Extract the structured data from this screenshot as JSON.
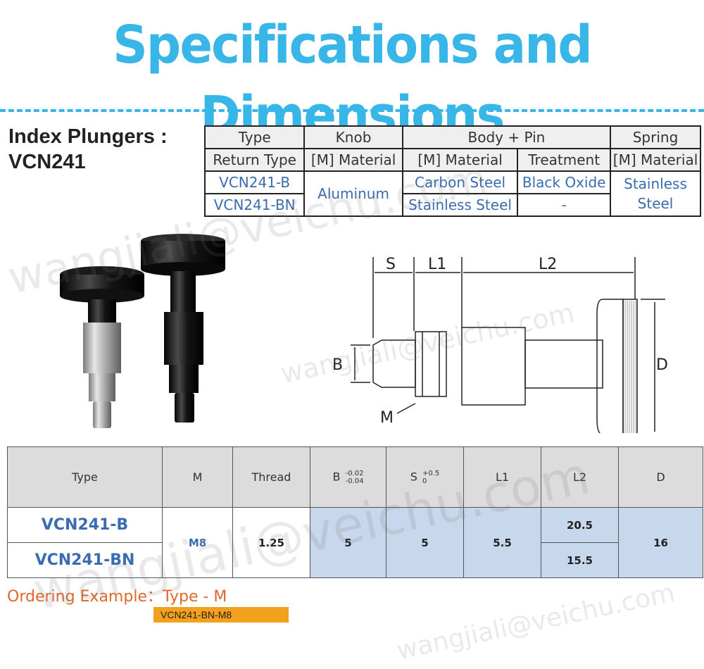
{
  "title": "Specifications and Dimensions",
  "product": {
    "line1": "Index Plungers :",
    "line2": "VCN241"
  },
  "spec_table": {
    "group_headers": [
      "Type",
      "Knob",
      "Body + Pin",
      "Spring"
    ],
    "sub_headers": [
      "Return Type",
      "[M] Material",
      "[M] Material",
      "Treatment",
      "[M] Material"
    ],
    "rows": [
      {
        "type": "VCN241-B",
        "body_material": "Carbon Steel",
        "treatment": "Black Oxide"
      },
      {
        "type": "VCN241-BN",
        "body_material": "Stainless Steel",
        "treatment": "-"
      }
    ],
    "knob_material": "Aluminum",
    "spring_material_line1": "Stainless",
    "spring_material_line2": "Steel"
  },
  "drawing_labels": {
    "s": "S",
    "l1": "L1",
    "l2": "L2",
    "b": "B",
    "d": "D",
    "m": "M"
  },
  "dim_table": {
    "headers": {
      "type": "Type",
      "m": "M",
      "thread": "Thread",
      "b": "B",
      "b_tol_upper": "-0.02",
      "b_tol_lower": "-0.04",
      "s": "S",
      "s_tol_upper": "+0.5",
      "s_tol_lower": "0",
      "l1": "L1",
      "l2": "L2",
      "d": "D"
    },
    "types": [
      "VCN241-B",
      "VCN241-BN"
    ],
    "m": "M8",
    "thread": "1.25",
    "b": "5",
    "s": "5",
    "l1": "5.5",
    "l2": [
      "20.5",
      "15.5"
    ],
    "d": "16"
  },
  "ordering": {
    "label": "Ordering Example：Type - M",
    "code": "VCN241-BN-M8"
  },
  "watermark": "wangjiali@veichu.com",
  "colors": {
    "title_blue": "#38b6e8",
    "text_blue": "#3a6cb0",
    "cell_blue": "#c7d7ec",
    "order_orange": "#e2662a",
    "order_bar": "#f3a01d"
  }
}
